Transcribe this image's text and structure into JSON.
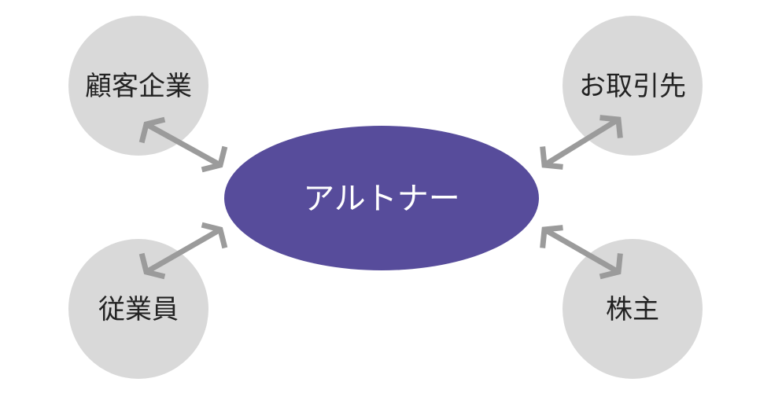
{
  "diagram": {
    "center": {
      "label": "アルトナー"
    },
    "nodes": {
      "top_left": {
        "label": "顧客企業"
      },
      "top_right": {
        "label": "お取引先"
      },
      "bottom_left": {
        "label": "従業員"
      },
      "bottom_right": {
        "label": "株主"
      }
    }
  },
  "colors": {
    "center_fill": "#574c9b",
    "node_fill": "#d9d9d9",
    "arrow": "#9b9b9b",
    "node_text": "#222222",
    "center_text": "#ffffff"
  }
}
